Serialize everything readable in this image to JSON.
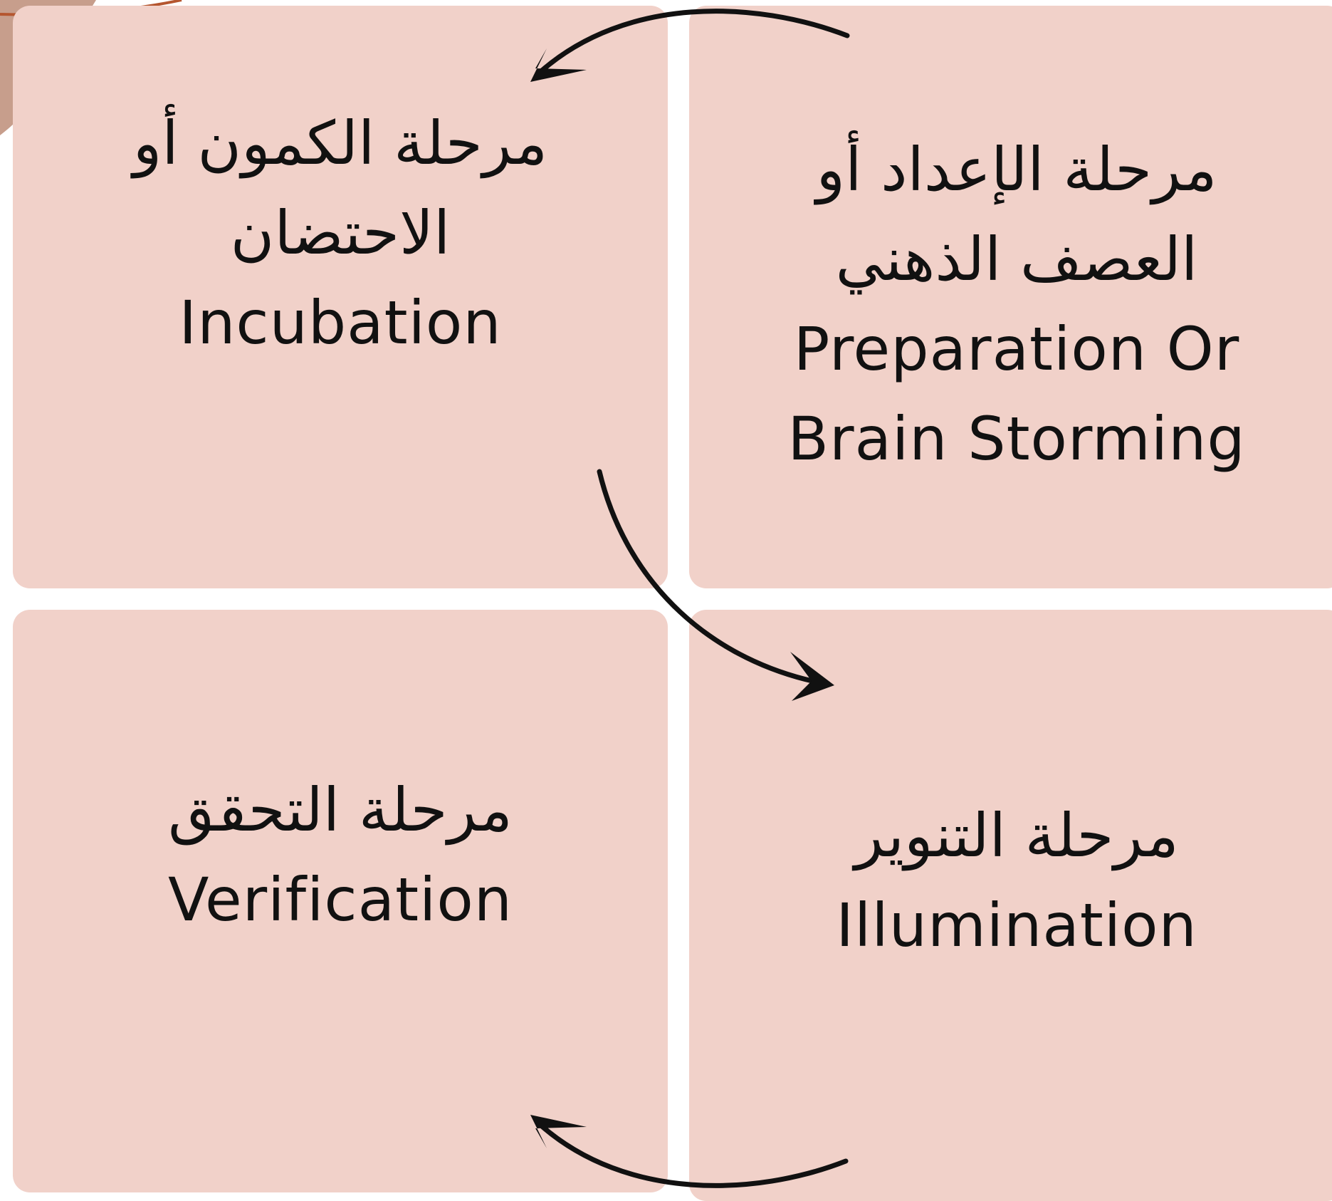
{
  "diagram": {
    "stages": [
      {
        "arabic_lines": [
          "مرحلة الإعداد أو",
          "العصف الذهني"
        ],
        "english_lines": [
          "Preparation Or",
          "Brain Storming"
        ]
      },
      {
        "arabic_lines": [
          "مرحلة الكمون أو",
          "الاحتضان"
        ],
        "english_lines": [
          "Incubation"
        ]
      },
      {
        "arabic_lines": [
          "مرحلة التنوير"
        ],
        "english_lines": [
          "Illumination"
        ]
      },
      {
        "arabic_lines": [
          "مرحلة التحقق"
        ],
        "english_lines": [
          "Verification"
        ]
      }
    ],
    "colors": {
      "card_background": "#f1d1c9",
      "arrow": "#111111",
      "decor_leaf": "#c79e8c",
      "decor_line": "#b5562f",
      "text": "#111111"
    }
  }
}
